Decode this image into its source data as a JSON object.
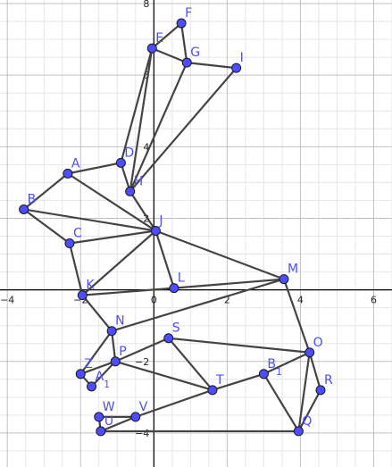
{
  "diagram": {
    "x_range": [
      -4.2,
      6.5
    ],
    "y_range": [
      -4.95,
      8.1
    ],
    "x_ticks": [
      -4,
      -2,
      0,
      2,
      4,
      6
    ],
    "y_ticks": [
      -4,
      -2,
      2,
      4,
      6,
      8
    ],
    "points": [
      {
        "name": "F",
        "x": 0.75,
        "y": 7.45
      },
      {
        "name": "E",
        "x": -0.05,
        "y": 6.75
      },
      {
        "name": "G",
        "x": 0.9,
        "y": 6.35
      },
      {
        "name": "I",
        "x": 2.25,
        "y": 6.2
      },
      {
        "name": "D",
        "x": -0.9,
        "y": 3.55
      },
      {
        "name": "A",
        "x": -2.35,
        "y": 3.25
      },
      {
        "name": "H",
        "x": -0.65,
        "y": 2.75
      },
      {
        "name": "B",
        "x": -3.55,
        "y": 2.25
      },
      {
        "name": "J",
        "x": 0.05,
        "y": 1.65
      },
      {
        "name": "C",
        "x": -2.3,
        "y": 1.3
      },
      {
        "name": "K",
        "x": -1.95,
        "y": -0.15
      },
      {
        "name": "L",
        "x": 0.55,
        "y": 0.05
      },
      {
        "name": "M",
        "x": 3.55,
        "y": 0.3
      },
      {
        "name": "N",
        "x": -1.15,
        "y": -1.15
      },
      {
        "name": "S",
        "x": 0.4,
        "y": -1.35
      },
      {
        "name": "O",
        "x": 4.25,
        "y": -1.75
      },
      {
        "name": "P",
        "x": -1.05,
        "y": -2.0
      },
      {
        "name": "Z",
        "x": -2.0,
        "y": -2.35
      },
      {
        "name": "B₁",
        "x": 3.0,
        "y": -2.35
      },
      {
        "name": "A₁",
        "x": -1.7,
        "y": -2.7
      },
      {
        "name": "T",
        "x": 1.6,
        "y": -2.8
      },
      {
        "name": "R",
        "x": 4.55,
        "y": -2.8
      },
      {
        "name": "W",
        "x": -1.5,
        "y": -3.55
      },
      {
        "name": "V",
        "x": -0.5,
        "y": -3.55
      },
      {
        "name": "Q",
        "x": 3.95,
        "y": -3.95
      },
      {
        "name": "U",
        "x": -1.45,
        "y": -3.95
      }
    ],
    "segments": [
      [
        "E",
        "F"
      ],
      [
        "F",
        "G"
      ],
      [
        "E",
        "G"
      ],
      [
        "G",
        "I"
      ],
      [
        "E",
        "D"
      ],
      [
        "E",
        "H"
      ],
      [
        "G",
        "H"
      ],
      [
        "I",
        "H"
      ],
      [
        "D",
        "H"
      ],
      [
        "H",
        "J"
      ],
      [
        "A",
        "D"
      ],
      [
        "A",
        "B"
      ],
      [
        "A",
        "J"
      ],
      [
        "B",
        "J"
      ],
      [
        "C",
        "J"
      ],
      [
        "B",
        "C"
      ],
      [
        "C",
        "K"
      ],
      [
        "K",
        "J"
      ],
      [
        "J",
        "L"
      ],
      [
        "J",
        "M"
      ],
      [
        "K",
        "L"
      ],
      [
        "L",
        "M"
      ],
      [
        "M",
        "N"
      ],
      [
        "M",
        "O"
      ],
      [
        "K",
        "N"
      ],
      [
        "N",
        "P"
      ],
      [
        "N",
        "Z"
      ],
      [
        "Z",
        "P"
      ],
      [
        "Z",
        "A₁"
      ],
      [
        "A₁",
        "P"
      ],
      [
        "P",
        "S"
      ],
      [
        "P",
        "T"
      ],
      [
        "S",
        "T"
      ],
      [
        "S",
        "O"
      ],
      [
        "T",
        "B₁"
      ],
      [
        "B₁",
        "O"
      ],
      [
        "B₁",
        "Q"
      ],
      [
        "O",
        "R"
      ],
      [
        "R",
        "Q"
      ],
      [
        "O",
        "Q"
      ],
      [
        "T",
        "V"
      ],
      [
        "W",
        "V"
      ],
      [
        "W",
        "U"
      ],
      [
        "V",
        "U"
      ],
      [
        "U",
        "Q"
      ]
    ]
  }
}
